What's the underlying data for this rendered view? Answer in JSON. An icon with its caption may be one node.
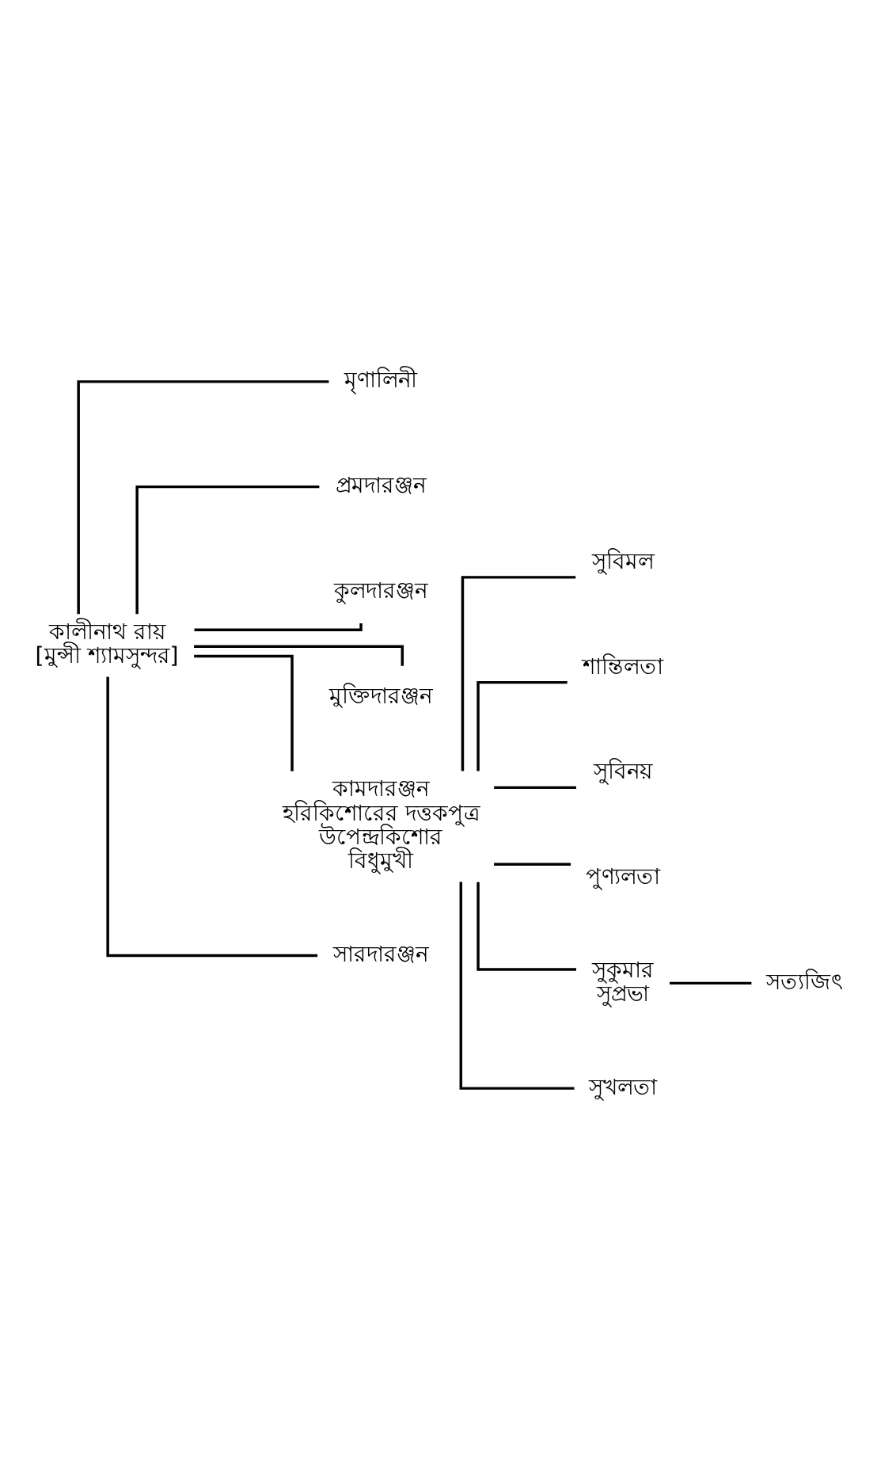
{
  "diagram": {
    "nodes": [
      {
        "text": [
          "কালীনাথ রায়",
          "[মুন্সী শ্যামসুন্দর]"
        ]
      },
      {
        "text": [
          "সারদারঞ্জন"
        ]
      },
      {
        "text": [
          "কামদারঞ্জন",
          "হরিকিশোরের দত্তকপুত্র",
          "উপেন্দ্রকিশোর",
          "বিধুমুখী"
        ]
      },
      {
        "text": [
          "মুক্তিদারঞ্জন"
        ]
      },
      {
        "text": [
          "কুলদারঞ্জন"
        ]
      },
      {
        "text": [
          "প্রমদারঞ্জন"
        ]
      },
      {
        "text": [
          "মৃণালিনী"
        ]
      },
      {
        "text": [
          "সুখলতা"
        ]
      },
      {
        "text": [
          "সুকুমার",
          "সুপ্রভা"
        ]
      },
      {
        "text": [
          "পুণ্যলতা"
        ]
      },
      {
        "text": [
          "সুবিনয়"
        ]
      },
      {
        "text": [
          "শান্তিলতা"
        ]
      },
      {
        "text": [
          "সুবিমল"
        ]
      },
      {
        "text": [
          "সত্যজিৎ"
        ]
      }
    ],
    "edges": [
      {
        "from": 0,
        "to": 1,
        "arrow": "none"
      },
      {
        "from": 0,
        "to": 2,
        "arrow": "none"
      },
      {
        "from": 0,
        "to": 3,
        "arrow": "none"
      },
      {
        "from": 0,
        "to": 4,
        "arrow": "none"
      },
      {
        "from": 0,
        "to": 5,
        "arrow": "none"
      },
      {
        "from": 0,
        "to": 6,
        "arrow": "none"
      },
      {
        "from": 2,
        "to": 7,
        "arrow": "none"
      },
      {
        "from": 2,
        "to": 8,
        "arrow": "none"
      },
      {
        "from": 2,
        "to": 9,
        "arrow": "none"
      },
      {
        "from": 2,
        "to": 10,
        "arrow": "none"
      },
      {
        "from": 2,
        "to": 11,
        "arrow": "none"
      },
      {
        "from": 2,
        "to": 12,
        "arrow": "none"
      },
      {
        "from": 8,
        "to": 13,
        "arrow": "none"
      }
    ]
  }
}
